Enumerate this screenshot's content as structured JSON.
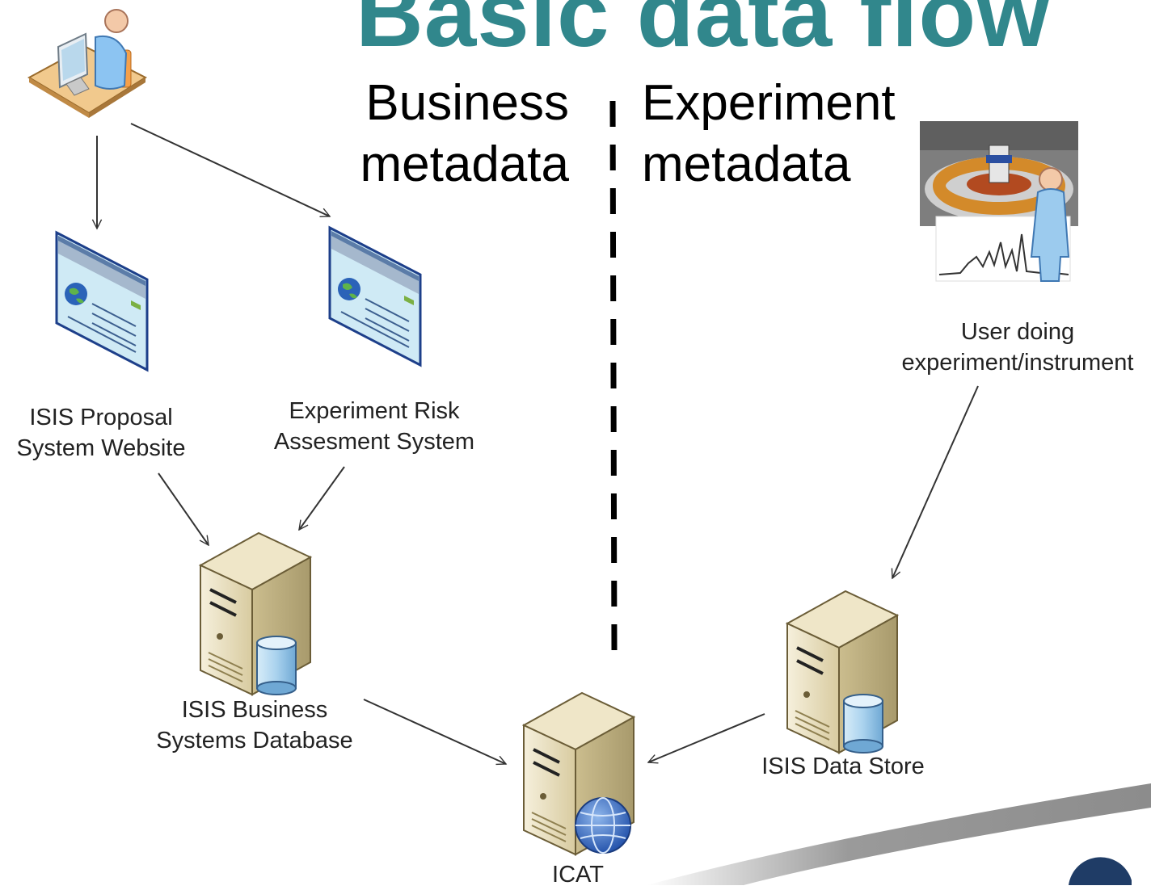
{
  "title": "Basic data flow",
  "headers": {
    "business": [
      "Business",
      "metadata"
    ],
    "experiment": [
      "Experiment",
      "metadata"
    ]
  },
  "nodes": {
    "proposal": [
      "ISIS Proposal",
      "System Website"
    ],
    "risk": [
      "Experiment Risk",
      "Assesment System"
    ],
    "business_db": [
      "ISIS Business",
      "Systems Database"
    ],
    "user_experiment": [
      "User doing",
      "experiment/instrument"
    ],
    "data_store": "ISIS Data Store",
    "icat": "ICAT"
  },
  "icons": {
    "user_at_desk": "user-at-computer-icon",
    "web_page": "web-page-icon",
    "server_db": "database-server-icon",
    "server_web": "web-server-icon",
    "experiment": "experiment-instrument-icon"
  },
  "colors": {
    "title": "#31878c",
    "arrow": "#333333",
    "divider": "#000000",
    "server_body": "#e9dfbf",
    "screen": "#cfeaf5"
  }
}
